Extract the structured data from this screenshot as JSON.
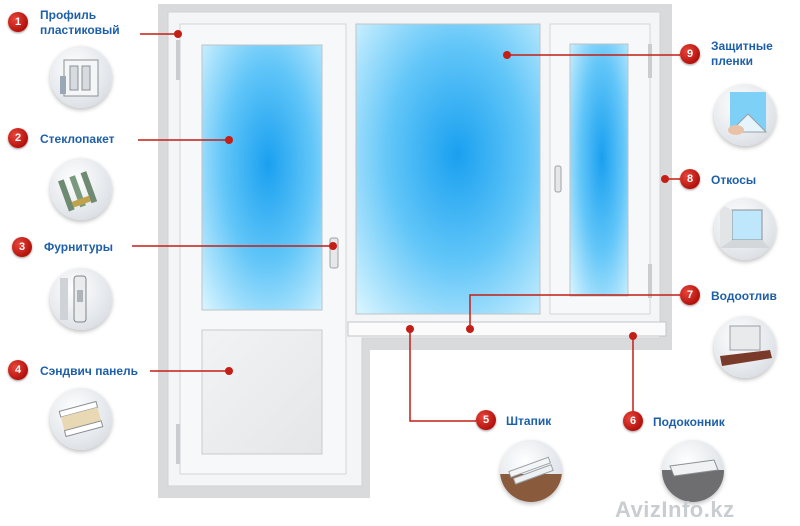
{
  "labels": {
    "profile": "Профиль\nпластиковый",
    "glass_unit": "Стеклопакет",
    "fittings": "Фурнитуры",
    "sandwich": "Сэндвич панель",
    "bead": "Штапик",
    "sill": "Подоконник",
    "drip": "Водоотлив",
    "slopes": "Откосы",
    "films": "Защитные\nпленки"
  },
  "badges": {
    "profile": "1",
    "glass_unit": "2",
    "fittings": "3",
    "sandwich": "4",
    "bead": "5",
    "sill": "6",
    "drip": "7",
    "slopes": "8",
    "films": "9"
  },
  "colors": {
    "label_text": "#1d5fa8",
    "badge": "#c41e16",
    "glass_light": "#cdf1ff",
    "glass_dark": "#1aa0f0",
    "frame": "#f4f5f6",
    "wall": "#d9dadc"
  },
  "watermark": "AvizInfo.kz",
  "icons": {
    "profile": "pvc-profile-icon",
    "glass_unit": "glass-unit-icon",
    "fittings": "window-handle-icon",
    "sandwich": "sandwich-panel-icon",
    "bead": "glazing-bead-icon",
    "sill": "window-sill-icon",
    "drip": "drip-edge-icon",
    "slopes": "window-slopes-icon",
    "films": "protective-film-icon"
  }
}
